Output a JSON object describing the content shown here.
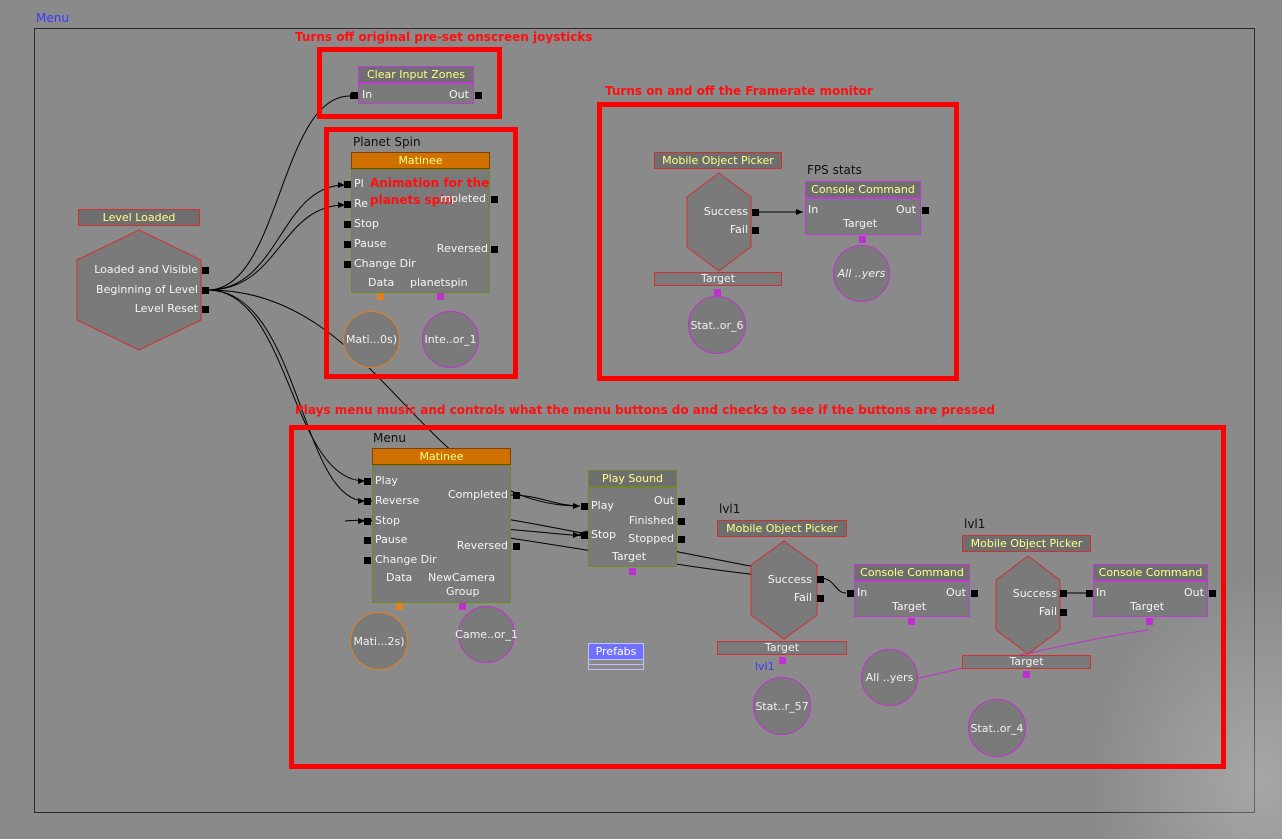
{
  "sequence_title": "Menu",
  "annotations": {
    "joysticks": "Turns off original pre-set onscreen joysticks",
    "framerate": "Turns on and off the Framerate monitor",
    "menu_music": "Plays menu music and controls what the menu buttons do and checks to see if the buttons are pressed",
    "planet_anim_line1": "Animation for the",
    "planet_anim_line2": "planets spin"
  },
  "level_loaded": {
    "title": "Level Loaded",
    "pins": [
      "Loaded and Visible",
      "Beginning of Level",
      "Level Reset"
    ]
  },
  "clear_input": {
    "title": "Clear Input Zones",
    "in": "In",
    "out": "Out"
  },
  "planet_spin": {
    "caption": "Planet Spin",
    "title": "Matinee",
    "in_pins": [
      "Pl",
      "Re",
      "Stop",
      "Pause",
      "Change Dir"
    ],
    "out_pins": [
      "mpleted",
      "Reversed"
    ],
    "var_pins": [
      "Data",
      "planetspin"
    ],
    "vars": [
      "Mati...0s)",
      "Inte..or_1"
    ]
  },
  "fps": {
    "picker_title": "Mobile Object Picker",
    "success": "Success",
    "fail": "Fail",
    "target": "Target",
    "picker_var": "Stat..or_6",
    "caption": "FPS stats",
    "command_title": "Console Command",
    "in": "In",
    "out": "Out",
    "cmd_target": "Target",
    "cmd_var": "All ..yers"
  },
  "menu_matinee": {
    "caption": "Menu",
    "title": "Matinee",
    "in_pins": [
      "Play",
      "Reverse",
      "Stop",
      "Pause",
      "Change Dir"
    ],
    "out_pins": [
      "Completed",
      "Reversed"
    ],
    "var_pins": [
      "Data",
      "NewCamera",
      "Group"
    ],
    "vars": [
      "Mati...2s)",
      "Came..or_1"
    ]
  },
  "play_sound": {
    "title": "Play Sound",
    "in_pins": [
      "Play",
      "Stop"
    ],
    "out_pins": [
      "Out",
      "Finished",
      "Stopped"
    ],
    "target": "Target"
  },
  "prefabs": {
    "label": "Prefabs"
  },
  "lvl1_picker": {
    "caption": "lvl1",
    "title": "Mobile Object Picker",
    "success": "Success",
    "fail": "Fail",
    "target": "Target",
    "var_caption": "lvl1",
    "var": "Stat..r_57"
  },
  "lvl1_command": {
    "title": "Console Command",
    "in": "In",
    "out": "Out",
    "target": "Target",
    "var": "All ..yers"
  },
  "lvl1_picker2": {
    "caption": "lvl1",
    "title": "Mobile Object Picker",
    "success": "Success",
    "fail": "Fail",
    "target": "Target",
    "var": "Stat..or_4"
  },
  "lvl1_command2": {
    "title": "Console Command",
    "in": "In",
    "out": "Out",
    "target": "Target"
  }
}
